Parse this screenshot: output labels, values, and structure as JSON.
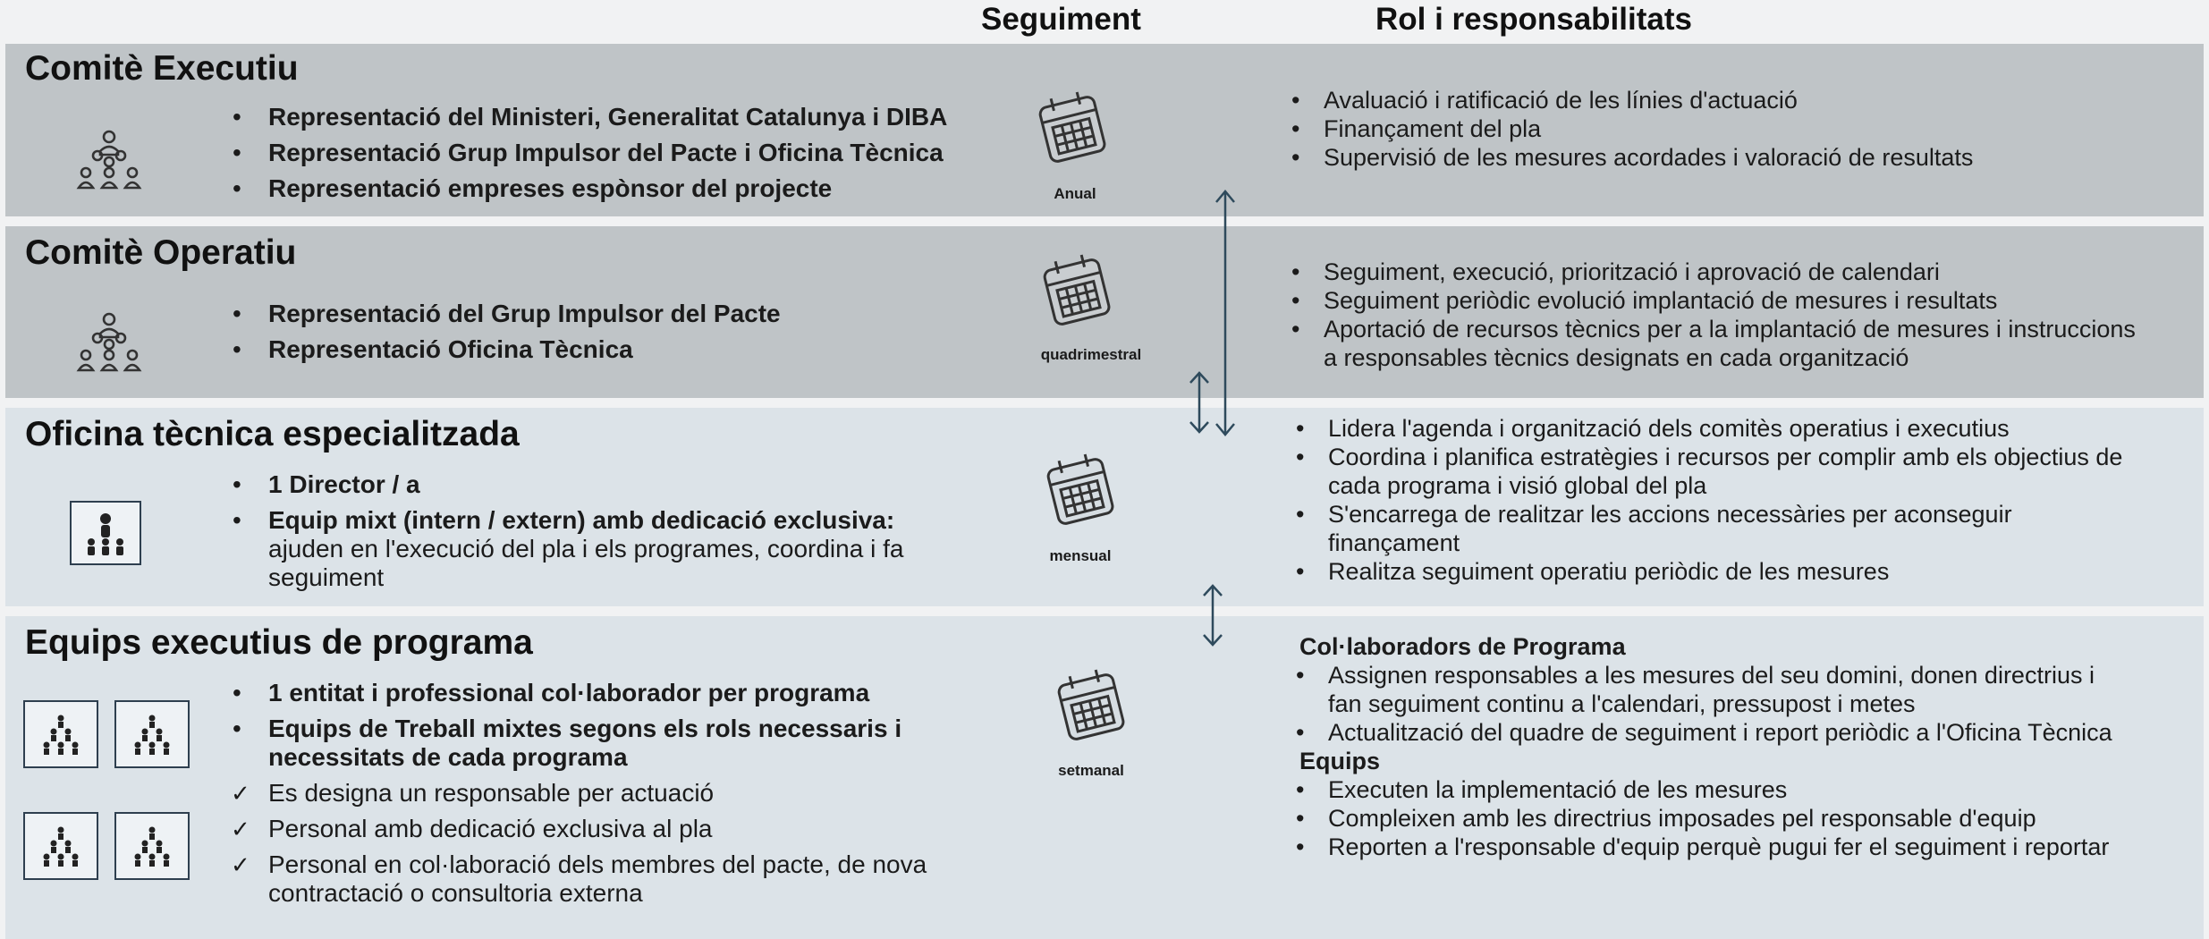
{
  "headers": {
    "seguiment": "Seguiment",
    "rol": "Rol i responsabilitats"
  },
  "colors": {
    "dark_band": "#bfc4c7",
    "light_band": "#dce3e8",
    "arrow": "#2e4a5c"
  },
  "sections": {
    "comite_executiu": {
      "title": "Comitè Executiu",
      "icon": "org-hierarchy-icon",
      "members": [
        "Representació del Ministeri, Generalitat Catalunya i DIBA",
        "Representació Grup Impulsor del Pacte i Oficina Tècnica",
        "Representació empreses espònsor del projecte"
      ],
      "frequency": "Anual",
      "roles": [
        "Avaluació i ratificació de les línies d'actuació",
        "Finançament del pla",
        "Supervisió de les mesures acordades i valoració de resultats"
      ]
    },
    "comite_operatiu": {
      "title": "Comitè Operatiu",
      "icon": "org-hierarchy-icon",
      "members": [
        "Representació del Grup Impulsor del Pacte",
        "Representació Oficina Tècnica"
      ],
      "frequency": "quadrimestral",
      "roles": [
        "Seguiment, execució, priorització i aprovació de calendari",
        "Seguiment periòdic evolució implantació de mesures i resultats",
        "Aportació de recursos tècnics per a la implantació de mesures i instruccions a responsables tècnics designats en cada organització"
      ]
    },
    "oficina_tecnica": {
      "title": "Oficina tècnica especialitzada",
      "icon": "team-icon",
      "members": [
        {
          "bold": "1 Director / a",
          "normal": ""
        },
        {
          "bold": "Equip mixt (intern / extern) amb dedicació exclusiva:",
          "normal": "ajuden en l'execució del pla i els programes, coordina i fa seguiment"
        }
      ],
      "frequency": "mensual",
      "roles": [
        "Lidera l'agenda i organització dels comitès operatius i executius",
        "Coordina i planifica estratègies i recursos per complir amb els objectius de cada programa i visió global del pla",
        "S'encarrega de realitzar les accions necessàries per aconseguir finançament",
        "Realitza seguiment operatiu periòdic de les mesures"
      ]
    },
    "equips_executius": {
      "title": "Equips executius de programa",
      "icon": "pyramid-team-icon",
      "members": [
        "1 entitat i professional col·laborador per programa",
        "Equips de Treball mixtes segons els rols necessaris i necessitats de cada programa"
      ],
      "checks": [
        "Es designa un responsable per actuació",
        "Personal amb dedicació exclusiva al pla",
        "Personal en col·laboració dels membres del pacte, de nova contractació o consultoria externa"
      ],
      "frequency": "setmanal",
      "roles_groups": [
        {
          "heading": "Col·laboradors de Programa",
          "items": [
            "Assignen responsables a les mesures del seu domini, donen directrius i fan seguiment continu a l'calendari, pressupost i metes",
            "Actualització del quadre de seguiment i report periòdic a l'Oficina Tècnica"
          ]
        },
        {
          "heading": "Equips",
          "items": [
            "Executen la implementació de les mesures",
            "Compleixen amb les directrius imposades pel responsable d'equip",
            "Reporten a l'responsable d'equip perquè pugui fer el seguiment i reportar"
          ]
        }
      ]
    }
  }
}
